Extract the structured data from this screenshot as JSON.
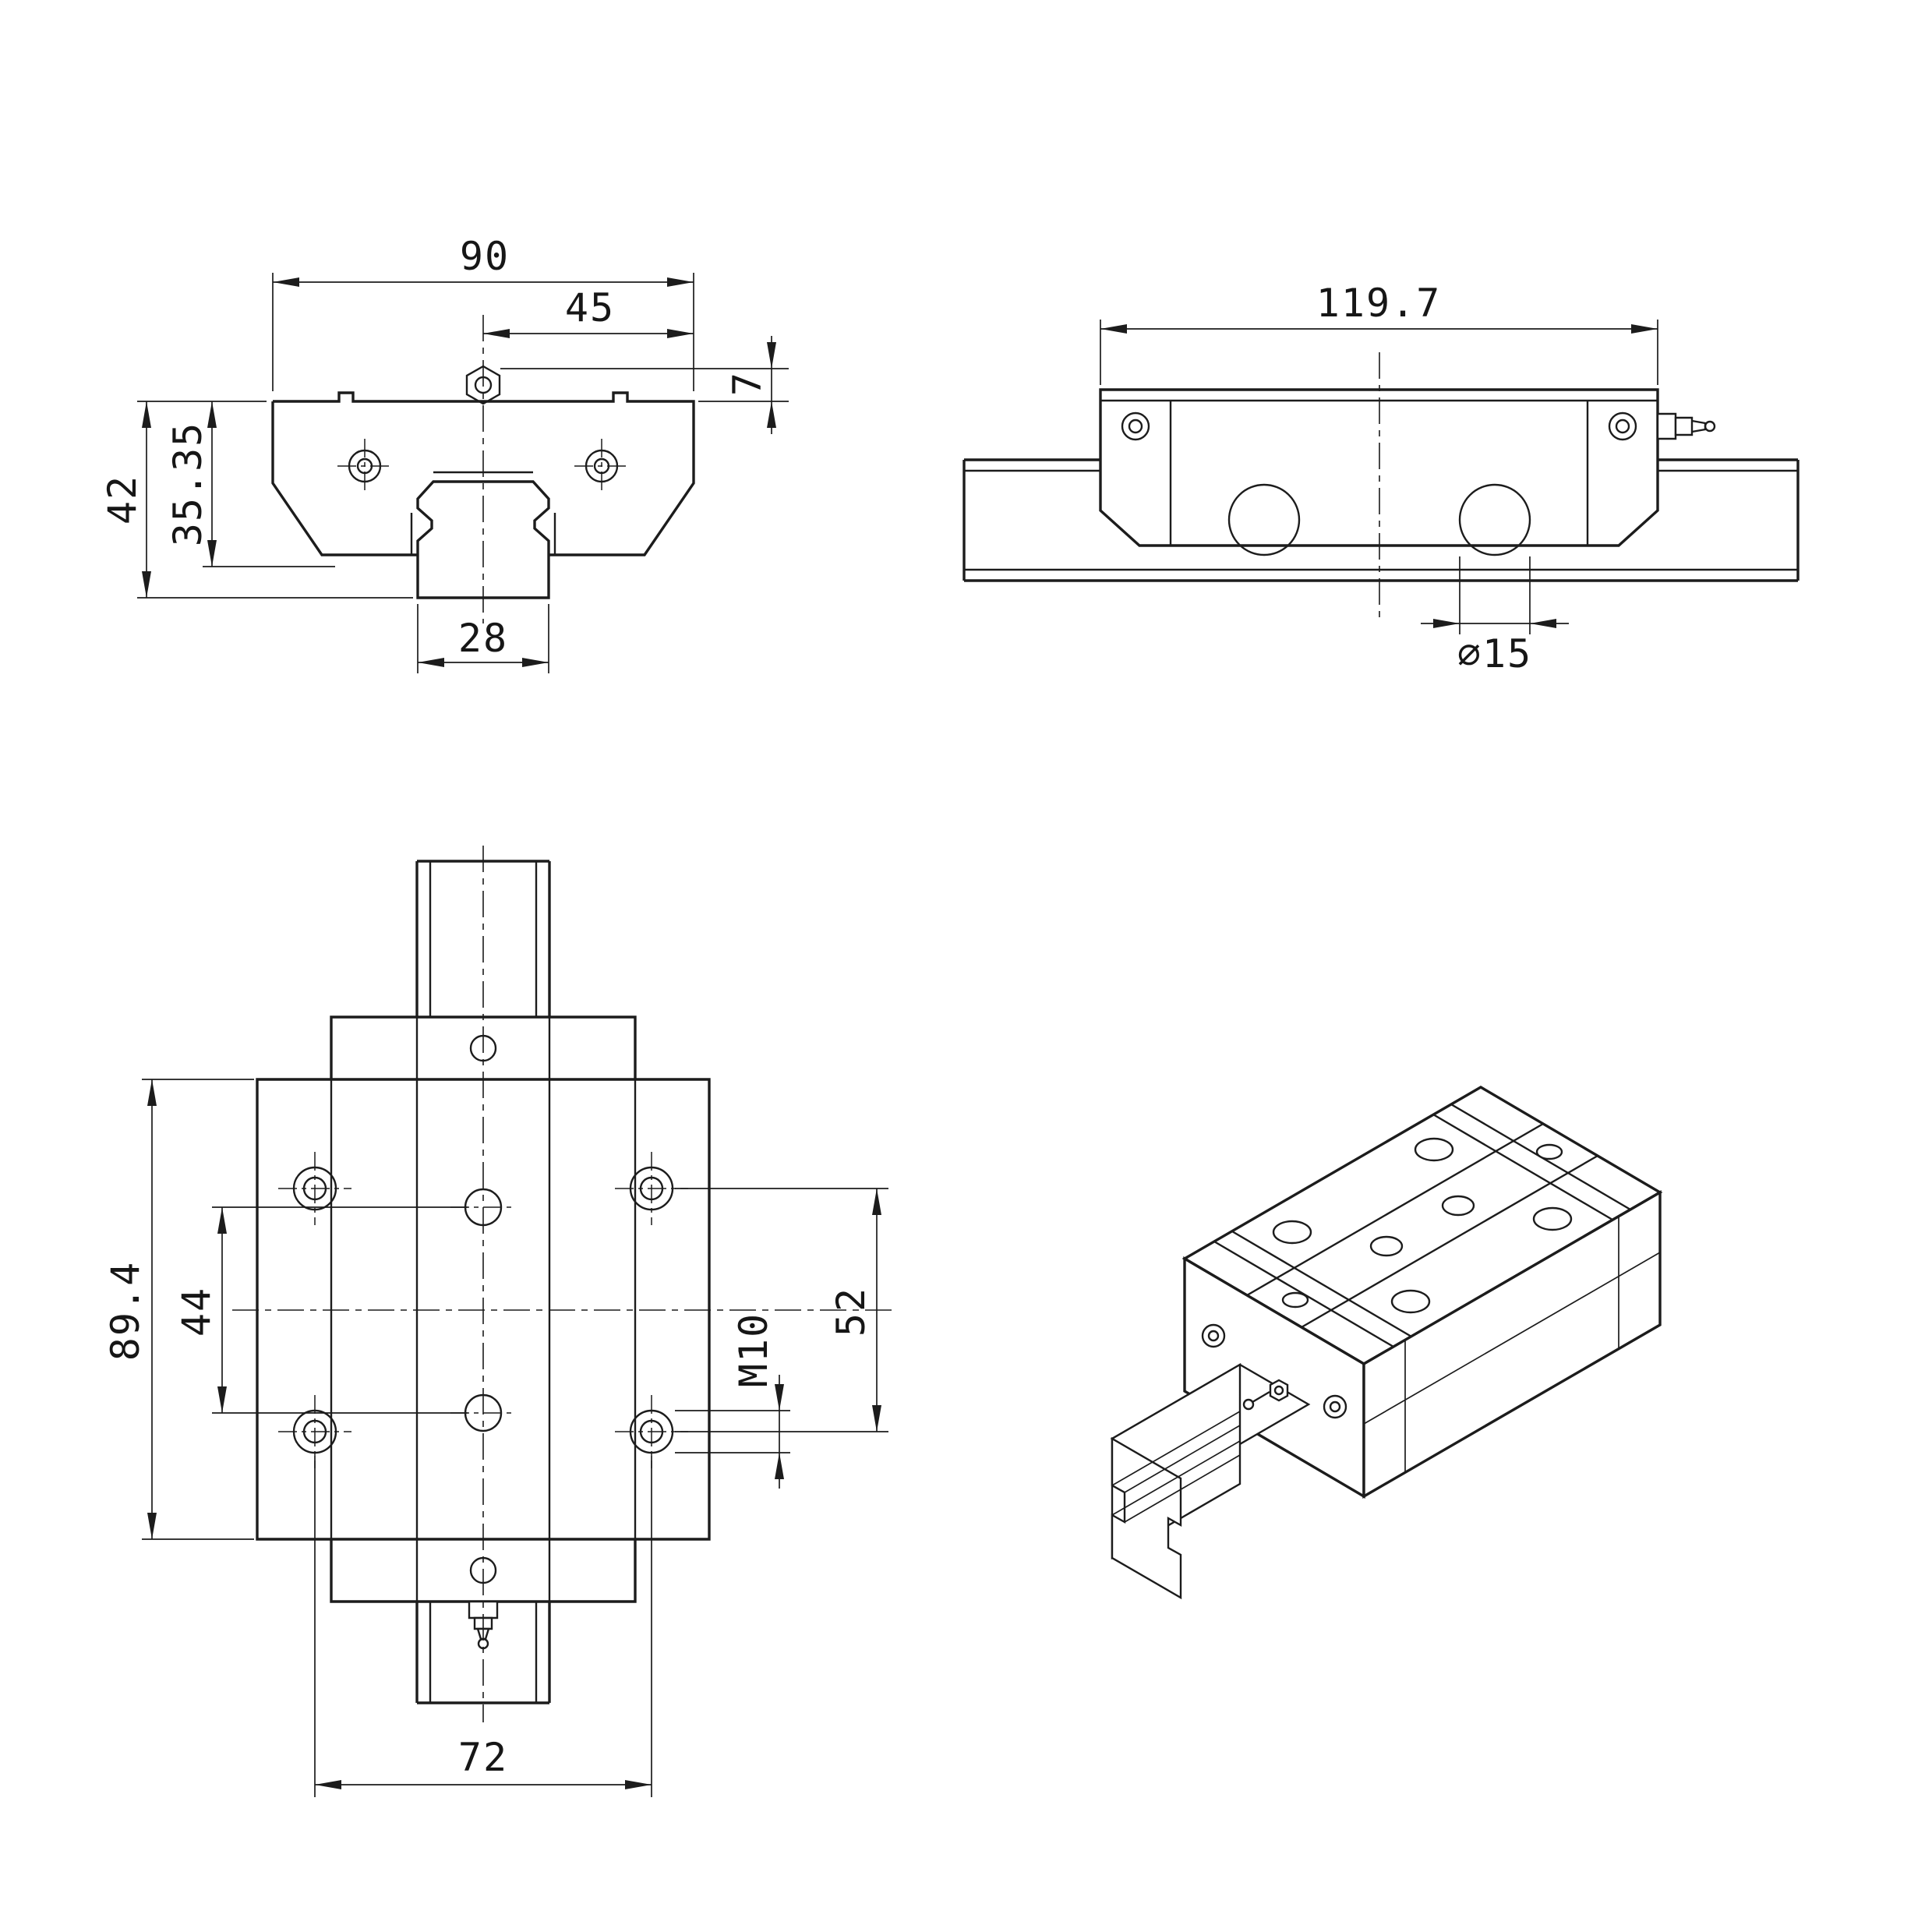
{
  "drawing": {
    "background": "#ffffff",
    "line_color": "#1c1c1c"
  },
  "views": {
    "front": {
      "label": "front-view",
      "dims": {
        "total_width": "90",
        "half_width": "45",
        "assembly_height": "42",
        "block_height": "35.35",
        "nipple_height": "7",
        "rail_width": "28"
      }
    },
    "side": {
      "label": "side-view",
      "dims": {
        "block_length": "119.7",
        "hole_diameter": "⌀15"
      }
    },
    "plan": {
      "label": "plan-view",
      "dims": {
        "body_length": "89.4",
        "center_hole_spacing": "44",
        "side_hole_spacing": "52",
        "thread_callout": "M10",
        "hole_spacing_x": "72"
      }
    },
    "iso": {
      "label": "isometric-view"
    }
  }
}
